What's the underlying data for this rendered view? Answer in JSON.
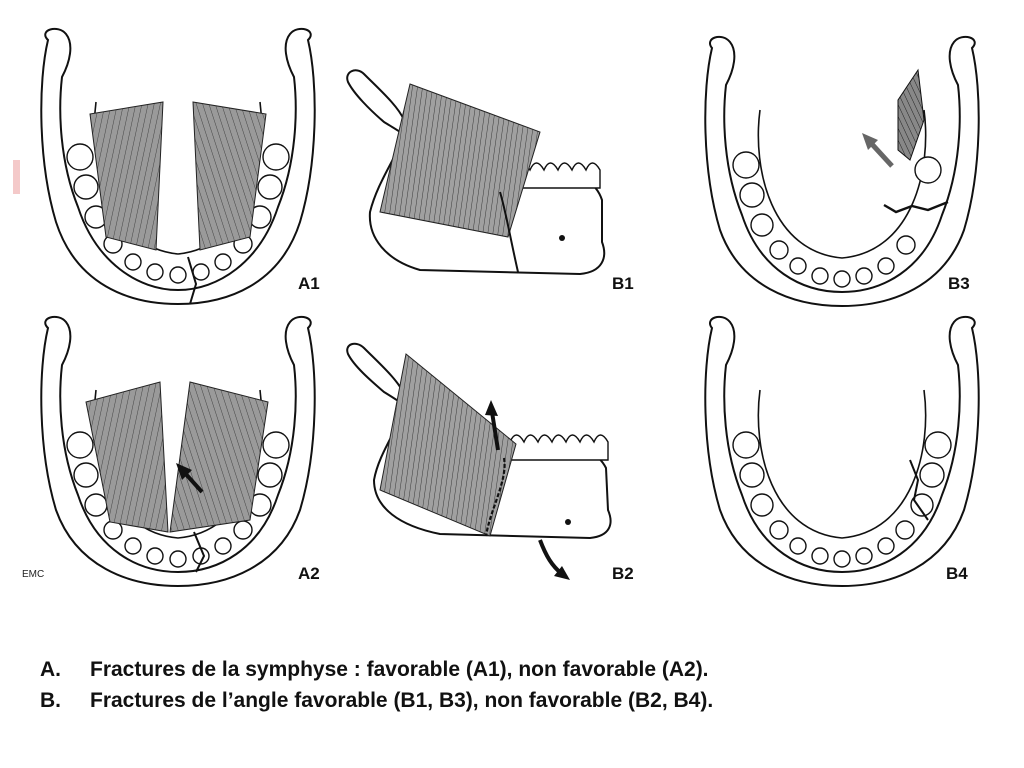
{
  "panels": {
    "a1": "A1",
    "b1": "B1",
    "b3": "B3",
    "a2": "A2",
    "b2": "B2",
    "b4": "B4"
  },
  "credit": "EMC",
  "caption": [
    {
      "letter": "A.",
      "text": "Fractures de la symphyse : favorable (A1), non favorable (A2)."
    },
    {
      "letter": "B.",
      "text": "Fractures de l’angle favorable (B1, B3), non favorable (B2, B4)."
    }
  ]
}
